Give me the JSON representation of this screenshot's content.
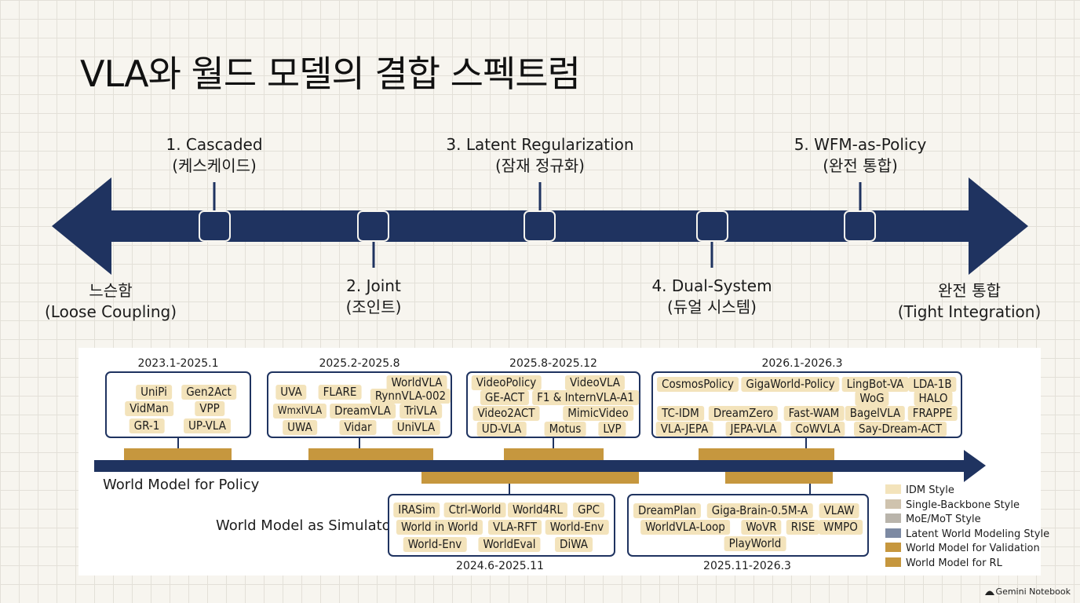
{
  "title": "VLA와 월드 모델의 결합 스펙트럼",
  "spectrum": {
    "left_end": {
      "line1": "느슨함",
      "line2": "(Loose Coupling)"
    },
    "right_end": {
      "line1": "완전 통합",
      "line2": "(Tight Integration)"
    },
    "stages": [
      {
        "line1": "1. Cascaded",
        "line2": "(케스케이드)"
      },
      {
        "line1": "2. Joint",
        "line2": "(조인트)"
      },
      {
        "line1": "3. Latent Regularization",
        "line2": "(잠재 정규화)"
      },
      {
        "line1": "4. Dual-System",
        "line2": "(듀얼 시스템)"
      },
      {
        "line1": "5. WFM-as-Policy",
        "line2": "(완전 통합)"
      }
    ]
  },
  "timeline": {
    "policy_label": "World Model for Policy",
    "simulator_label": "World Model as Simulator",
    "policy_groups": [
      {
        "date": "2023.1-2025.1",
        "items": [
          "UniPi",
          "Gen2Act",
          "VidMan",
          "VPP",
          "GR-1",
          "UP-VLA"
        ]
      },
      {
        "date": "2025.2-2025.8",
        "items": [
          "WorldVLA",
          "UVA",
          "FLARE",
          "RynnVLA-002",
          "WmxIVLA",
          "DreamVLA",
          "TriVLA",
          "UWA",
          "Vidar",
          "UniVLA"
        ]
      },
      {
        "date": "2025.8-2025.12",
        "items": [
          "VideoPolicy",
          "VideoVLA",
          "GE-ACT",
          "F1 & InternVLA-A1",
          "Video2ACT",
          "MimicVideo",
          "UD-VLA",
          "Motus",
          "LVP"
        ]
      },
      {
        "date": "2026.1-2026.3",
        "items": [
          "CosmosPolicy",
          "GigaWorld-Policy",
          "LingBot-VA",
          "LDA-1B",
          "WoG",
          "HALO",
          "TC-IDM",
          "DreamZero",
          "Fast-WAM",
          "BagelVLA",
          "FRAPPE",
          "VLA-JEPA",
          "JEPA-VLA",
          "CoWVLA",
          "Say-Dream-ACT"
        ]
      }
    ],
    "simulator_groups": [
      {
        "date": "2024.6-2025.11",
        "items": [
          "IRASim",
          "Ctrl-World",
          "World4RL",
          "GPC",
          "World in World",
          "VLA-RFT",
          "World-Env",
          "World-Env",
          "WorldEval",
          "DiWA"
        ]
      },
      {
        "date": "2025.11-2026.3",
        "items": [
          "DreamPlan",
          "Giga-Brain-0.5M-A",
          "VLAW",
          "WorldVLA-Loop",
          "WoVR",
          "RISE",
          "WMPO",
          "PlayWorld"
        ]
      }
    ]
  },
  "legend": [
    {
      "label": "IDM Style",
      "color": "#f3e3bb"
    },
    {
      "label": "Single-Backbone Style",
      "color": "#cfc3ae"
    },
    {
      "label": "MoE/MoT Style",
      "color": "#b9b4ab"
    },
    {
      "label": "Latent World Modeling Style",
      "color": "#7d8aa3"
    },
    {
      "label": "World Model for Validation",
      "color": "#c6973e"
    },
    {
      "label": "World Model for RL",
      "color": "#c6973e"
    }
  ],
  "colors": {
    "navy": "#1f3360",
    "gold": "#c6973e",
    "chip": "#f3e3bb"
  },
  "brand": "Gemini Notebook"
}
